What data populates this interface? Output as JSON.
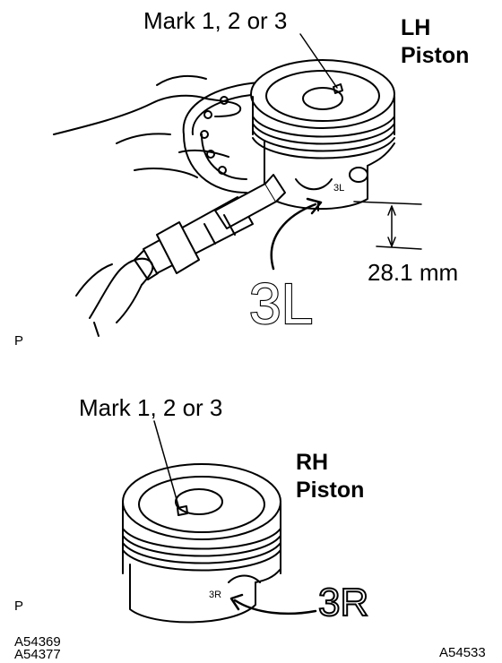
{
  "top_panel": {
    "mark_label": "Mark 1, 2 or 3",
    "piston_title_line1": "LH",
    "piston_title_line2": "Piston",
    "dimension": "28.1 mm",
    "code": "3L",
    "stamp": "3L",
    "corner": "P"
  },
  "bottom_panel": {
    "mark_label": "Mark 1, 2 or 3",
    "piston_title_line1": "RH",
    "piston_title_line2": "Piston",
    "code": "3R",
    "stamp": "3R",
    "corner": "P"
  },
  "footer": {
    "ref_left_1": "A54369",
    "ref_left_2": "A54377",
    "ref_right": "A54533"
  }
}
